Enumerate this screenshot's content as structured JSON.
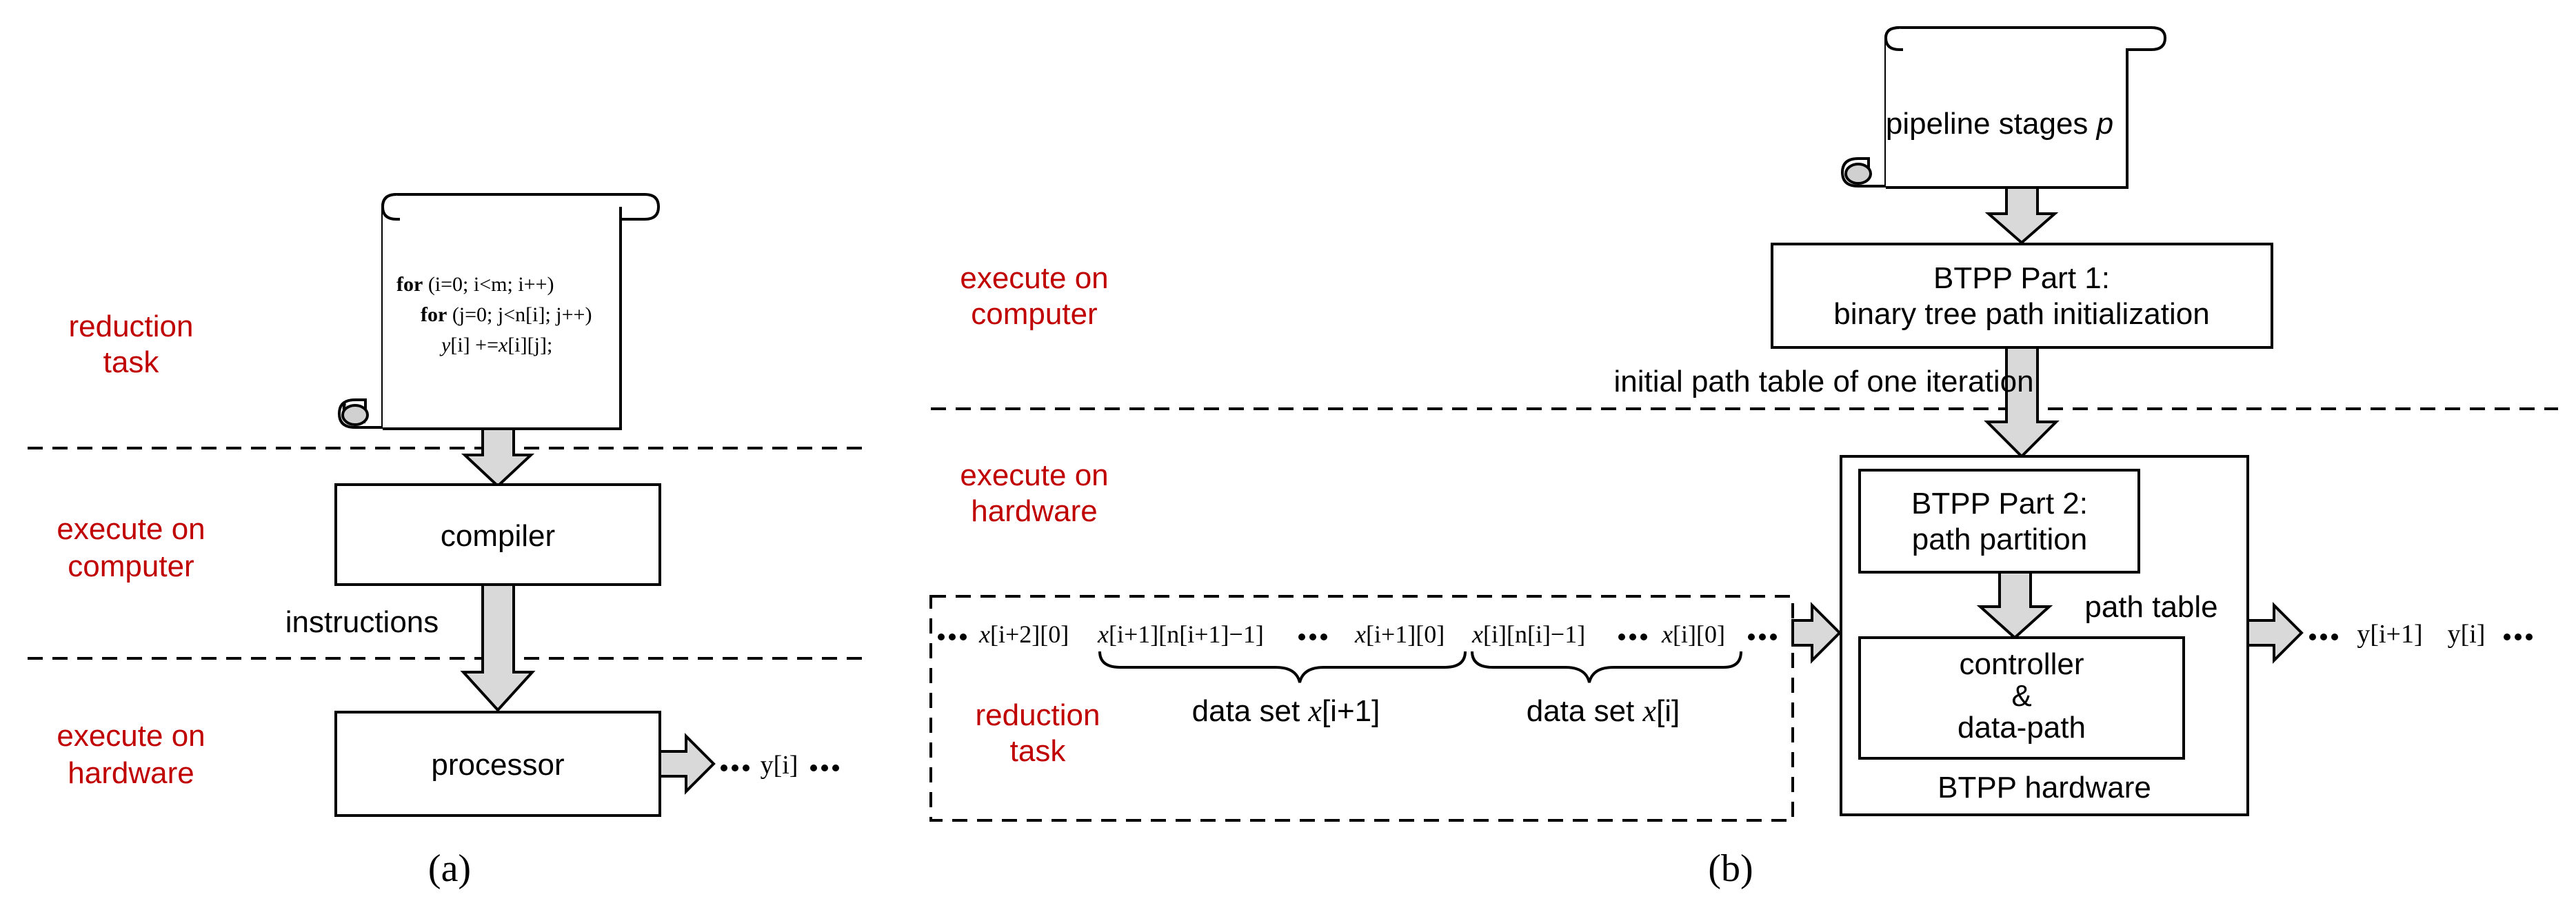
{
  "colors": {
    "red_label": "#c00000",
    "arrow_fill": "#d9d9d9",
    "line": "#000000"
  },
  "panel_a": {
    "label": "(a)",
    "lane_reduction": [
      "reduction",
      "task"
    ],
    "lane_computer": [
      "execute on",
      "computer"
    ],
    "lane_hardware": [
      "execute on",
      "hardware"
    ],
    "code_lines": [
      {
        "kw": "for",
        "rest": " (i=0; i<m; i++)"
      },
      {
        "kw": "for",
        "rest": " (j=0; j<n[i]; j++)"
      },
      {
        "y": "y",
        "mid": "[i] +=",
        "x": "x",
        "end": "[i][j];"
      }
    ],
    "compiler": "compiler",
    "instructions": "instructions",
    "processor": "processor",
    "output": "y[i]"
  },
  "panel_b": {
    "label": "(b)",
    "scroll_text": "pipeline stages ",
    "scroll_var": "p",
    "lane_computer": [
      "execute on",
      "computer"
    ],
    "lane_hardware": [
      "execute on",
      "hardware"
    ],
    "part1": [
      "BTPP Part 1:",
      "binary tree path initialization"
    ],
    "path_table_init": "initial path table of one iteration",
    "part2": [
      "BTPP Part 2:",
      "path partition"
    ],
    "path_table": "path table",
    "controller": [
      "controller",
      "&",
      "data-path"
    ],
    "hardware_label": "BTPP hardware",
    "stream_items": [
      "[i+2][0]",
      "[i+1][n[i+1]−1]",
      "[i+1][0]",
      "[i][n[i]−1]",
      "[i][0]"
    ],
    "var_x": "x",
    "dataset_prefix": "data set ",
    "dataset_next": "[i+1]",
    "dataset_cur": "[i]",
    "reduction_task": [
      "reduction",
      "task"
    ],
    "outputs": [
      "y[i+1]",
      "y[i]"
    ]
  }
}
